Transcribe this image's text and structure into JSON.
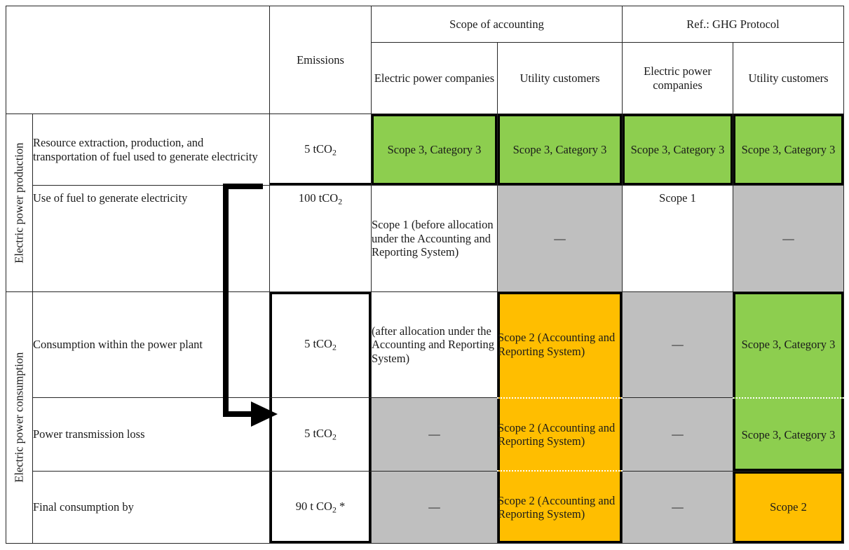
{
  "table": {
    "header": {
      "corner_label": "",
      "emissions": "Emissions",
      "group_scope": "Scope of accounting",
      "group_ref": "Ref.: GHG Protocol",
      "sub_epc_a": "Electric power companies",
      "sub_uc_a": "Utility customers",
      "sub_epc_b": "Electric power companies",
      "sub_uc_b": "Utility customers"
    },
    "sections": [
      {
        "label": "Electric power production"
      },
      {
        "label": "Electric power consumption"
      }
    ],
    "rows": [
      {
        "activity": "Resource extraction, production, and transportation of fuel used to generate electricity",
        "emissions": "5 tCO",
        "emissions_sub": "2",
        "scope_epc": "Scope 3, Category 3",
        "scope_uc": "Scope 3, Category 3",
        "ref_epc": "Scope 3, Category 3",
        "ref_uc": "Scope 3, Category 3"
      },
      {
        "activity": "Use of fuel to generate electricity",
        "emissions": "100 tCO",
        "emissions_sub": "2",
        "scope_epc": "Scope 1 (before allocation under the Accounting and Reporting System)",
        "scope_uc": "—",
        "ref_epc": "Scope 1",
        "ref_uc": "—"
      },
      {
        "activity": "Consumption within the power plant",
        "emissions": "5 tCO",
        "emissions_sub": "2",
        "scope_epc": "(after allocation under the Accounting and Reporting System)",
        "scope_uc": "Scope 2 (Accounting and Reporting System)",
        "ref_epc": "—",
        "ref_uc": "Scope 3, Category 3"
      },
      {
        "activity": "Power transmission loss",
        "emissions": "5 tCO",
        "emissions_sub": "2",
        "scope_epc": "—",
        "scope_uc": "Scope 2 (Accounting and Reporting System)",
        "ref_epc": "—",
        "ref_uc": "Scope 3, Category 3"
      },
      {
        "activity": "Final consumption by",
        "emissions": "90 t CO",
        "emissions_sub": "2",
        "emissions_suffix": " *",
        "scope_epc": "—",
        "scope_uc": "Scope 2 (Accounting and Reporting System)",
        "ref_epc": "—",
        "ref_uc": "Scope 2"
      }
    ],
    "colors": {
      "green": "#8dce4f",
      "orange": "#ffbe00",
      "gray": "#bfbfbf",
      "border": "#262626"
    }
  }
}
